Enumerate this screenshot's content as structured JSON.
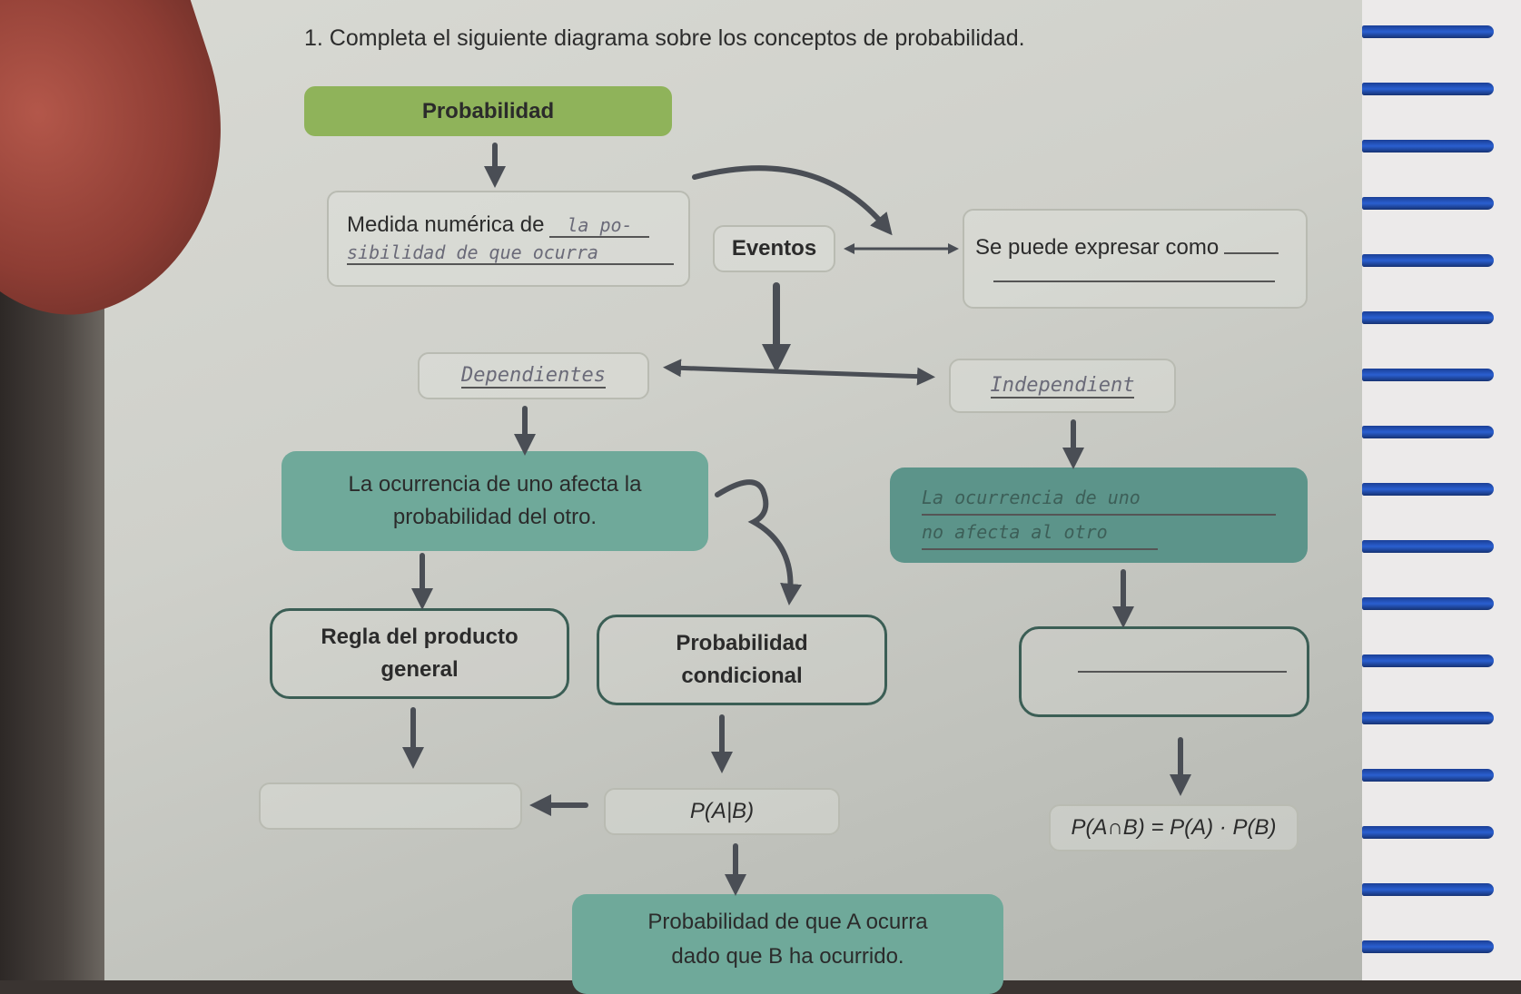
{
  "title": "1. Completa el siguiente diagrama sobre los conceptos de probabilidad.",
  "nodes": {
    "probabilidad": "Probabilidad",
    "medida_label": "Medida numérica de",
    "medida_hand_1": "la po-",
    "medida_hand_2": "sibilidad de que ocurra",
    "eventos": "Eventos",
    "expresar_label": "Se puede expresar como",
    "dependientes": "Dependientes",
    "independientes": "Independient",
    "dep_desc_1": "La ocurrencia de uno afecta la",
    "dep_desc_2": "probabilidad del otro.",
    "indep_desc_1": "La ocurrencia de uno",
    "indep_desc_2": "no afecta al otro",
    "regla_1": "Regla del producto",
    "regla_2": "general",
    "condicional_1": "Probabilidad",
    "condicional_2": "condicional",
    "pab": "P(A|B)",
    "formula": "P(A∩B) = P(A) · P(B)",
    "def_1": "Probabilidad de que A ocurra",
    "def_2": "dado que B ha ocurrido."
  },
  "colors": {
    "green": "#8fb35a",
    "teal": "#6fa99a",
    "dark_outline": "#3b5e55",
    "spiral": "#2a5fd0"
  }
}
